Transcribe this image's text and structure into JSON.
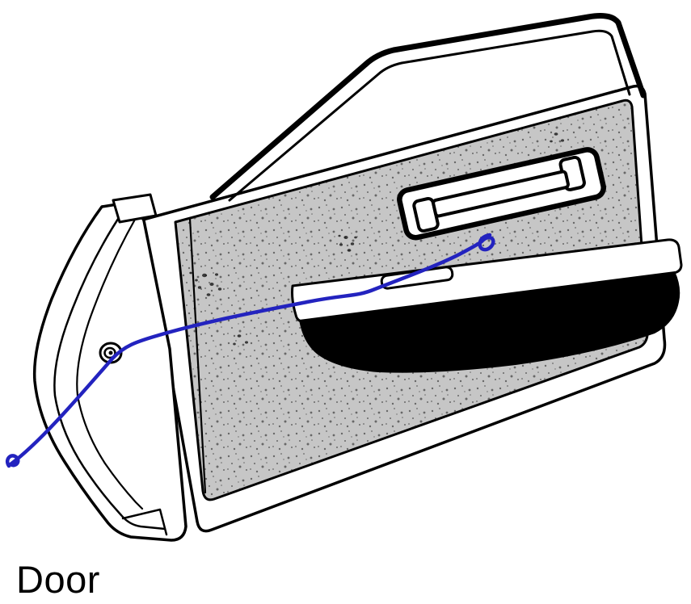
{
  "figure": {
    "caption": "Door",
    "parts": [
      "door-shell",
      "door-inner-panel",
      "panel-speckle-texture",
      "front-edge",
      "hinge-tab",
      "lock-grommet",
      "window-frame",
      "pull-handle",
      "armrest",
      "armrest-slot",
      "pocket-shadow",
      "blue-scribble-annotation"
    ]
  },
  "colors": {
    "background": "#ffffff",
    "line": "#000000",
    "panel": "#c6c6c6",
    "shadow": "#000000",
    "annotation": "#2323bf",
    "text": "#000000"
  }
}
